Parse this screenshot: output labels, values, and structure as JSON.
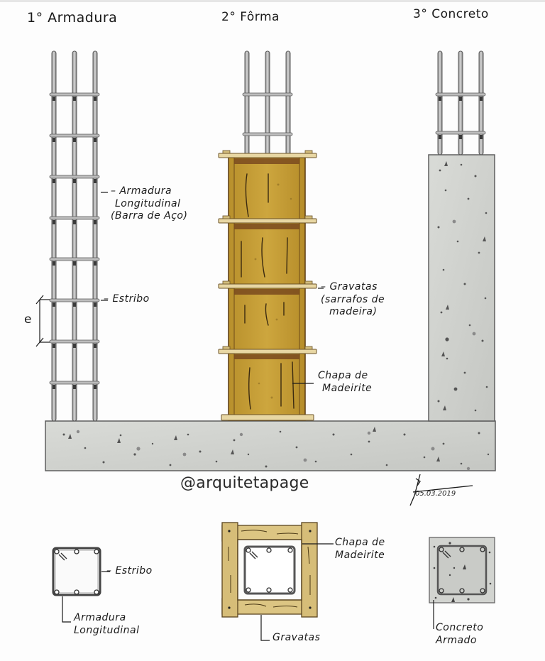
{
  "stages": {
    "armadura": {
      "number": "1°",
      "title": "Armadura"
    },
    "forma": {
      "number": "2°",
      "title": "Fôrma"
    },
    "concreto": {
      "number": "3°",
      "title": "Concreto"
    }
  },
  "elevation_labels": {
    "armadura_longitudinal": [
      "– Armadura",
      "Longitudinal",
      "(Barra de Aço)"
    ],
    "estribo": "– Estribo",
    "spacing": "e",
    "gravatas": [
      "– Gravatas",
      "(sarrafos de",
      "madeira)"
    ],
    "chapa": [
      "Chapa de",
      "Madeirite"
    ]
  },
  "section_labels": {
    "armadura_estribo": "– Estribo",
    "armadura_longitudinal": [
      "Armadura",
      "Longitudinal"
    ],
    "forma_chapa": [
      "Chapa de",
      "Madeirite"
    ],
    "forma_gravatas": "Gravatas",
    "concreto_armado": [
      "Concreto",
      "Armado"
    ]
  },
  "credits": {
    "handle": "@arquitetapage",
    "date": "05.03.2019"
  },
  "colors": {
    "background": "#fdfdfd",
    "steel": "#9a9a9a",
    "steel_dark": "#4a4a4a",
    "plywood": "#c9a23a",
    "plywood_dark": "#7a4a1e",
    "gravata": "#e6d39a",
    "concrete": "#d4d6d2",
    "concrete_edge": "#6d6d6d",
    "ink": "#1a1a1a"
  }
}
